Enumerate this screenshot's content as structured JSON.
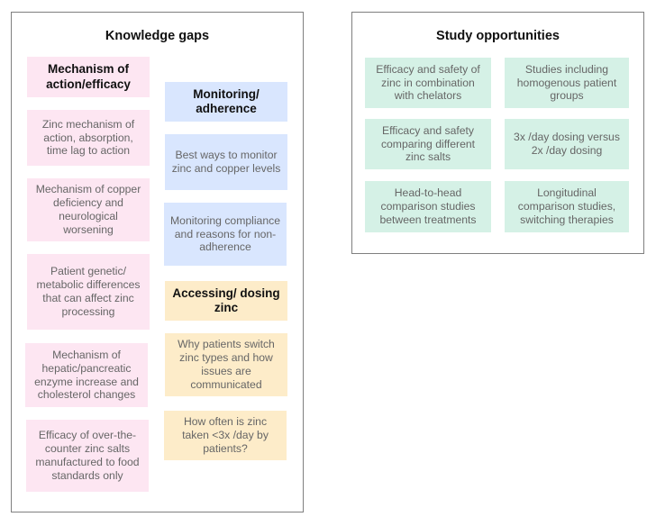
{
  "knowledge_gaps": {
    "title": "Knowledge gaps",
    "mechanism": {
      "header": "Mechanism of action/efficacy",
      "items": [
        "Zinc mechanism of action, absorption, time lag to action",
        "Mechanism of copper deficiency and neurological worsening",
        "Patient genetic/ metabolic differences that can affect zinc processing",
        "Mechanism of hepatic/pancreatic enzyme increase and cholesterol changes",
        "Efficacy of over-the-counter zinc salts manufactured to food standards only"
      ]
    },
    "monitoring": {
      "header": "Monitoring/ adherence",
      "items": [
        "Best ways to monitor zinc and copper levels",
        "Monitoring compliance and reasons for non-adherence"
      ]
    },
    "dosing": {
      "header": "Accessing/ dosing zinc",
      "items": [
        "Why patients switch zinc types and how issues are communicated",
        "How often is zinc taken <3x /day by patients?"
      ]
    }
  },
  "study_opportunities": {
    "title": "Study opportunities",
    "items": [
      "Efficacy and safety of zinc in combination with chelators",
      "Studies including homogenous patient groups",
      "Efficacy and safety comparing different zinc salts",
      "3x /day dosing versus 2x /day dosing",
      "Head-to-head comparison studies between treatments",
      "Longitudinal comparison studies, switching therapies"
    ]
  },
  "colors": {
    "mechanism": "#fde6f2",
    "monitoring": "#d9e6fe",
    "dosing": "#fdecc9",
    "study": "#d5f1e6"
  }
}
